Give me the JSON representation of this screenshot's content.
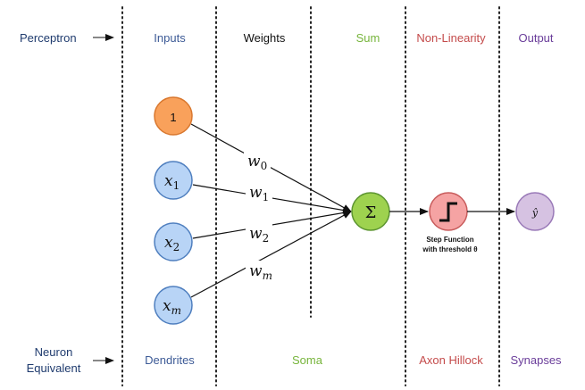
{
  "header": {
    "row_label": "Perceptron",
    "columns": [
      "Inputs",
      "Weights",
      "Sum",
      "Non-Linearity",
      "Output"
    ]
  },
  "footer": {
    "row_label_line1": "Neuron",
    "row_label_line2": "Equivalent",
    "columns": [
      "Dendrites",
      "Soma",
      "Axon Hillock",
      "Synapses"
    ]
  },
  "inputs": [
    {
      "base": "1",
      "sub": ""
    },
    {
      "base": "x",
      "sub": "1"
    },
    {
      "base": "x",
      "sub": "2"
    },
    {
      "base": "x",
      "sub": "m"
    }
  ],
  "weights": [
    {
      "base": "w",
      "sub": "0"
    },
    {
      "base": "w",
      "sub": "1"
    },
    {
      "base": "w",
      "sub": "2"
    },
    {
      "base": "w",
      "sub": "m"
    }
  ],
  "sum_symbol": "Σ",
  "step": {
    "caption_line1": "Step Function",
    "caption_line2": "with threshold θ"
  },
  "output_symbol": "ŷ",
  "colors": {
    "navy": "#1f3b6e",
    "blue_text": "#3c5a96",
    "black": "#111111",
    "green": "#77b53c",
    "red": "#c44b4b",
    "purple": "#6a3d9a",
    "orange_fill": "#f9a15b",
    "orange_stroke": "#d9782f",
    "blue_fill": "#b8d4f6",
    "blue_stroke": "#4f7fbf",
    "sum_fill": "#9ed24f",
    "sum_stroke": "#5d9531",
    "step_fill": "#f5a3a3",
    "step_stroke": "#c85c5c",
    "out_fill": "#d6c2e2",
    "out_stroke": "#9a7ab8"
  }
}
